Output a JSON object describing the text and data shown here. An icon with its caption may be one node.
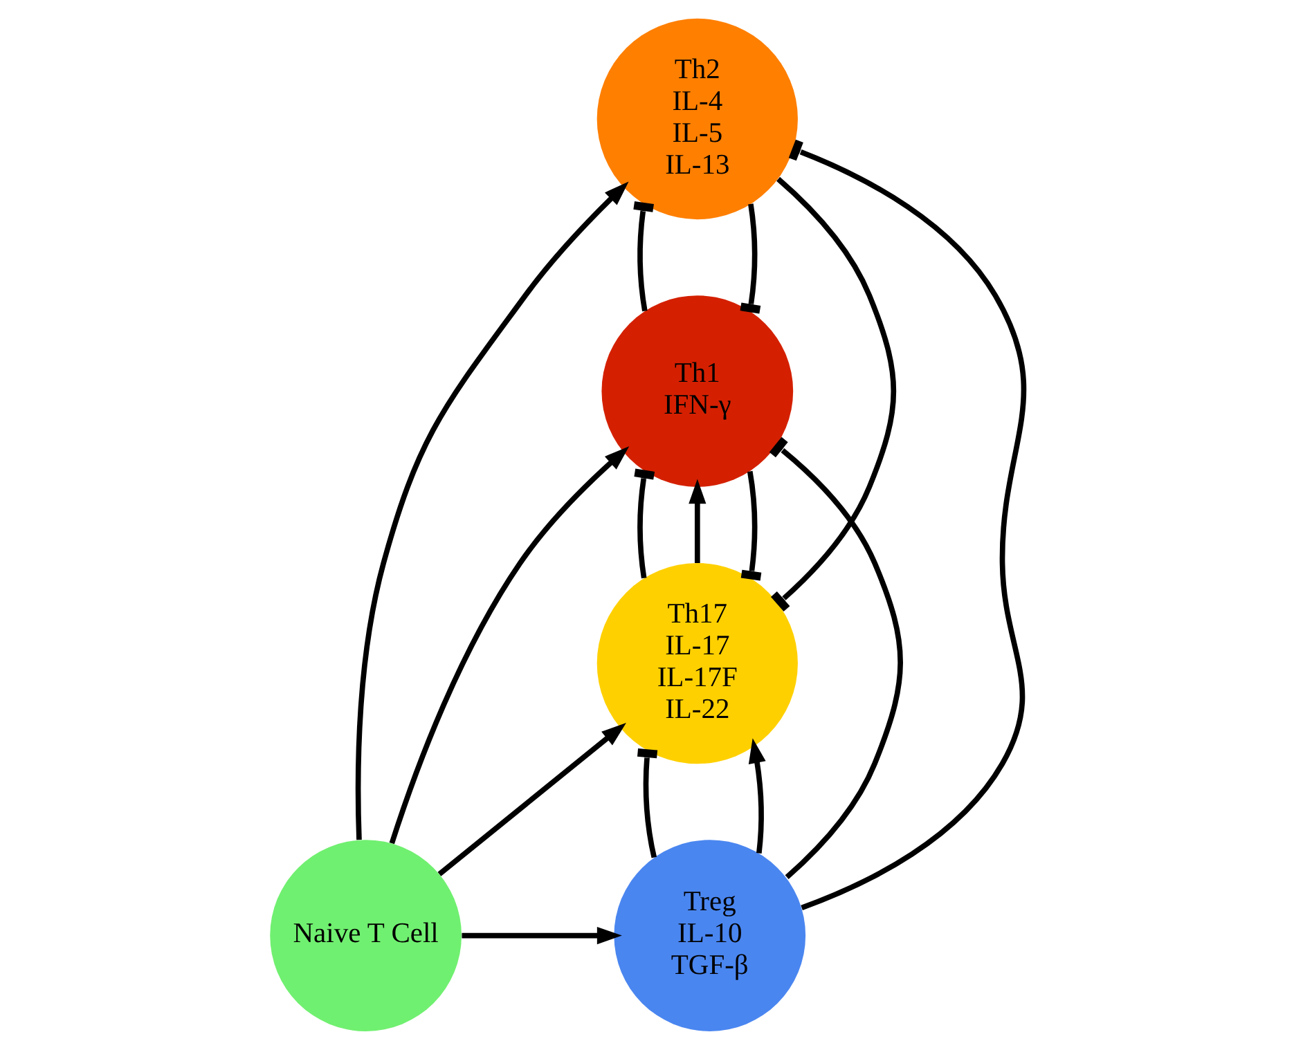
{
  "diagram": {
    "nodes": [
      {
        "text": [
          "Th2",
          "IL-4",
          "IL-5",
          "IL-13"
        ]
      },
      {
        "text": [
          "Th1",
          "IFN-γ"
        ]
      },
      {
        "text": [
          "Th17",
          "IL-17",
          "IL-17F",
          "IL-22"
        ]
      },
      {
        "text": [
          "Naive T Cell"
        ]
      },
      {
        "text": [
          "Treg",
          "IL-10",
          "TGF-β"
        ]
      }
    ],
    "edges": [
      {
        "from": 3,
        "to": 0,
        "arrow": "to"
      },
      {
        "from": 3,
        "to": 1,
        "arrow": "to"
      },
      {
        "from": 3,
        "to": 2,
        "arrow": "to"
      },
      {
        "from": 3,
        "to": 4,
        "arrow": "to"
      },
      {
        "from": 0,
        "to": 1,
        "arrow": "other"
      },
      {
        "from": 1,
        "to": 0,
        "arrow": "other"
      },
      {
        "from": 2,
        "to": 1,
        "arrow": "to"
      },
      {
        "from": 2,
        "to": 1,
        "arrow": "other"
      },
      {
        "from": 0,
        "to": 2,
        "arrow": "other"
      },
      {
        "from": 1,
        "to": 2,
        "arrow": "other"
      },
      {
        "from": 4,
        "to": 0,
        "arrow": "other"
      },
      {
        "from": 4,
        "to": 1,
        "arrow": "other"
      },
      {
        "from": 4,
        "to": 2,
        "arrow": "other"
      },
      {
        "from": 4,
        "to": 2,
        "arrow": "to"
      }
    ]
  }
}
